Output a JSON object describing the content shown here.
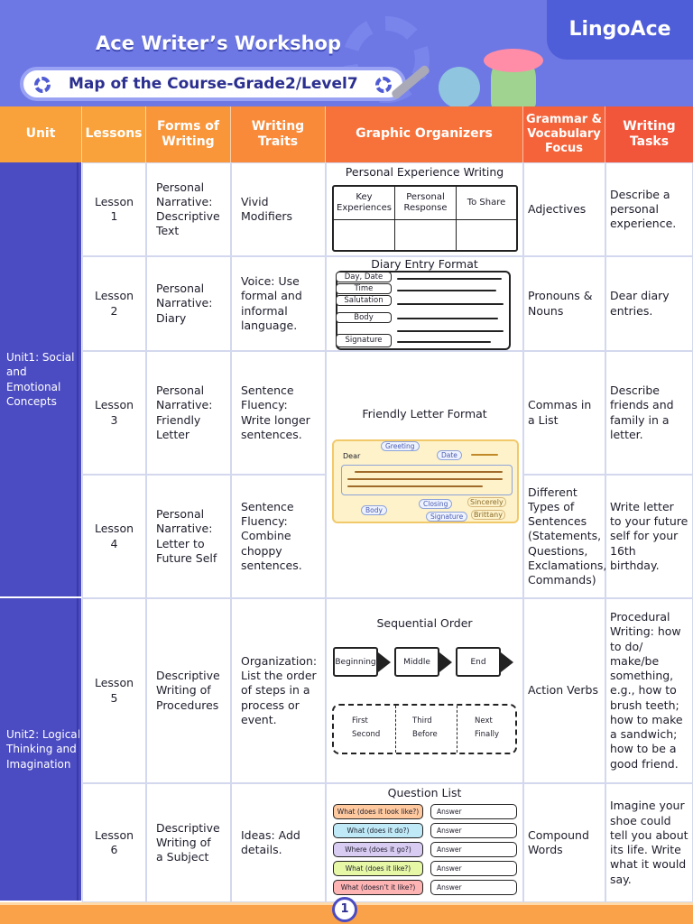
{
  "header": {
    "logo": "LingoAce",
    "title": "Ace Writer’s Workshop",
    "subtitle": "Map of the Course-Grade2/Level7"
  },
  "columns": {
    "unit": "Unit",
    "lessons": "Lessons",
    "forms": "Forms of Writing",
    "traits": "Writing Traits",
    "organizers": "Graphic Organizers",
    "grammar": "Grammar & Vocabulary Focus",
    "tasks": "Writing Tasks"
  },
  "colors": {
    "orange": "#f9a13a",
    "red": "#f2563a",
    "unit_blue": "#4b4bc2",
    "header_blue": "#6d78e5"
  },
  "units": [
    {
      "label": "Unit1: Social and Emotional Concepts"
    },
    {
      "label": "Unit2: Logical Thinking and Imagination"
    }
  ],
  "lessons": [
    {
      "lesson": "Lesson 1",
      "form": "Personal Narrative: Descriptive Text",
      "trait": "Vivid Modifiers",
      "grammar": "Adjectives",
      "task": "Describe a personal experience."
    },
    {
      "lesson": "Lesson 2",
      "form": "Personal Narrative: Diary",
      "trait": "Voice: Use formal and informal language.",
      "grammar": "Pronouns & Nouns",
      "task": "Dear diary entries."
    },
    {
      "lesson": "Lesson 3",
      "form": "Personal Narrative: Friendly Letter",
      "trait": "Sentence Fluency: Write longer sentences.",
      "grammar": "Commas in a List",
      "task": "Describe friends and family in a letter."
    },
    {
      "lesson": "Lesson 4",
      "form": "Personal Narrative: Letter to Future Self",
      "trait": "Sentence Fluency: Combine choppy sentences.",
      "grammar": "Different Types of Sentences (Statements, Questions, Exclamations, Commands)",
      "task": "Write letter to your future self for your 16th birthday."
    },
    {
      "lesson": "Lesson 5",
      "form": "Descriptive Writing of Procedures",
      "trait": "Organization: List the order of steps in a process or event.",
      "grammar": "Action Verbs",
      "task": "Procedural Writing: how to do/ make/be something, e.g., how to brush teeth; how to make a sandwich; how to be a good friend."
    },
    {
      "lesson": "Lesson 6",
      "form": "Descriptive Writing of a Subject",
      "trait": "Ideas: Add details.",
      "grammar": "Compound Words",
      "task": "Imagine your shoe could tell you about its life. Write what it would say."
    }
  ],
  "organizers": {
    "experience": {
      "title": "Personal Experience Writing",
      "cols": [
        "Key Experiences",
        "Personal Response",
        "To Share"
      ]
    },
    "diary": {
      "title": "Diary Entry Format",
      "tags": [
        "Day, Date",
        "Time",
        "Salutation",
        "Body",
        "Signature"
      ]
    },
    "letter": {
      "title": "Friendly Letter Format",
      "tags": {
        "greeting": "Greeting",
        "dear": "Dear",
        "date": "Date",
        "body": "Body",
        "closing": "Closing",
        "sincerely": "Sincerely",
        "signature": "Signature",
        "name": "Brittany"
      }
    },
    "sequence": {
      "title": "Sequential Order",
      "boxes": [
        "Beginning",
        "Middle",
        "End"
      ],
      "words": [
        "First",
        "Second",
        "Third",
        "Before",
        "Next",
        "Finally"
      ]
    },
    "questions": {
      "title": "Question List",
      "items": [
        {
          "q": "What (does it look like?)",
          "a": "Answer",
          "color": "#ffc9a0"
        },
        {
          "q": "What (does it do?)",
          "a": "Answer",
          "color": "#bfe9f7"
        },
        {
          "q": "Where (does it go?)",
          "a": "Answer",
          "color": "#d9ccf3"
        },
        {
          "q": "What (does it like?)",
          "a": "Answer",
          "color": "#e6f7a6"
        },
        {
          "q": "What (doesn’t it like?)",
          "a": "Answer",
          "color": "#ffb4b4"
        }
      ]
    }
  },
  "page_number": "1"
}
